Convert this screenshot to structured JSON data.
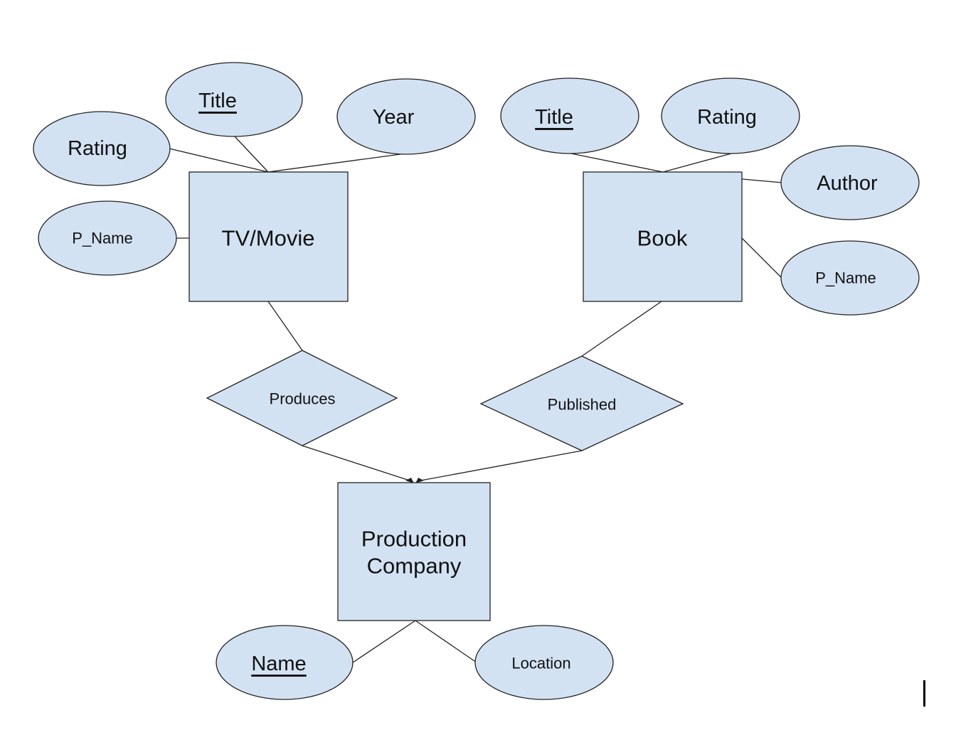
{
  "colors": {
    "shape_fill": "#d3e2f3",
    "stroke": "#222222",
    "text": "#111111"
  },
  "entities": {
    "tv_movie": "TV/Movie",
    "book": "Book",
    "production_company_line1": "Production",
    "production_company_line2": "Company"
  },
  "relationships": {
    "produces": "Produces",
    "published": "Published"
  },
  "attributes": {
    "tv_movie": {
      "rating": "Rating",
      "title": "Title",
      "year": "Year",
      "p_name": "P_Name"
    },
    "book": {
      "title": "Title",
      "rating": "Rating",
      "author": "Author",
      "p_name": "P_Name"
    },
    "production_company": {
      "name": "Name",
      "location": "Location"
    }
  },
  "keys_underlined": [
    "tv_movie.title",
    "book.title",
    "production_company.name"
  ]
}
